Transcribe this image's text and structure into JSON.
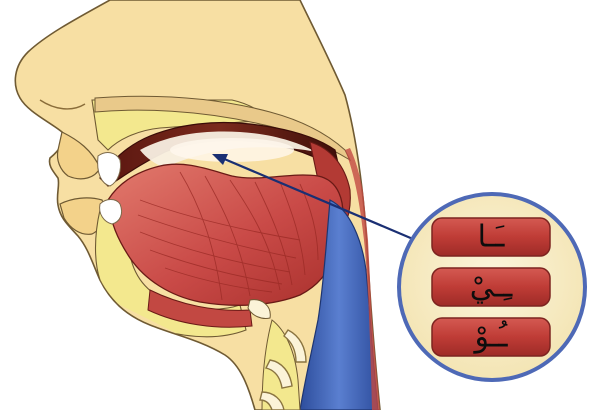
{
  "labels": [
    {
      "text": "ـَـا"
    },
    {
      "text": "ـِـيْ"
    },
    {
      "text": "ـُـوْ"
    }
  ],
  "colors": {
    "skin": "#f7dfa3",
    "skin_outline": "#6f5a33",
    "fat": "#f3e88e",
    "tongue": "#c94a47",
    "tongue_dark": "#8f2420",
    "palate_dark": "#4a1410",
    "palate_light": "#f8efe2",
    "airway_blue": "#3b5fb0",
    "arrow": "#1a2f73",
    "inset_fill": "#f8eec8",
    "inset_ring": "#4e69b6",
    "pill": "#c0403b",
    "pill_edge": "#7d2420"
  }
}
